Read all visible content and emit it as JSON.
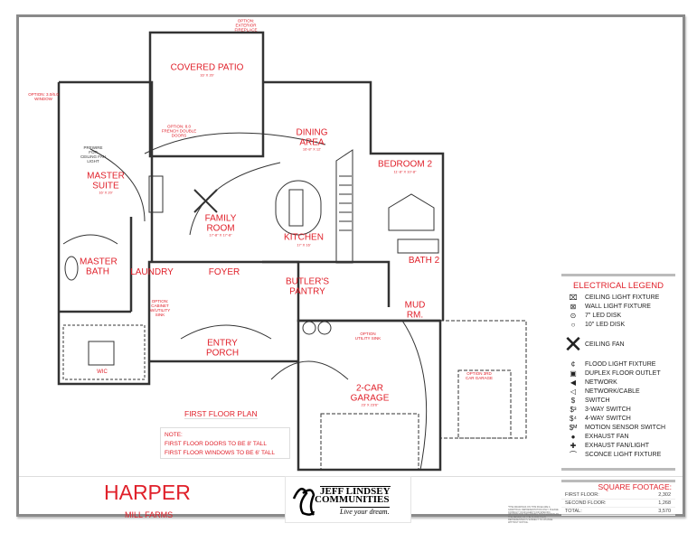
{
  "plan_title": "FIRST FLOOR PLAN",
  "rooms": {
    "covered_patio": {
      "name": "COVERED PATIO",
      "dim": "16' X 20'"
    },
    "dining": {
      "name": "DINING AREA",
      "dim": "16'-8\" X 12'"
    },
    "bedroom2": {
      "name": "BEDROOM 2",
      "dim": "11'-8\" X 10'-8\""
    },
    "master_suite": {
      "name": "MASTER SUITE",
      "dim": "16' X 20'"
    },
    "family": {
      "name": "FAMILY ROOM",
      "dim": "17'-8\" X 17'-8\""
    },
    "kitchen": {
      "name": "KITCHEN",
      "dim": "17' X 16'"
    },
    "master_bath": {
      "name": "MASTER BATH"
    },
    "laundry": {
      "name": "LAUNDRY"
    },
    "foyer": {
      "name": "FOYER"
    },
    "butlers": {
      "name": "BUTLER'S PANTRY"
    },
    "bath2": {
      "name": "BATH 2"
    },
    "mud": {
      "name": "MUD RM."
    },
    "porch": {
      "name": "ENTRY PORCH"
    },
    "wic": {
      "name": "WIC"
    },
    "garage": {
      "name": "2-CAR GARAGE",
      "dim": "23' X 23'6\""
    }
  },
  "options": {
    "fireplace": "OPTION: EXTERIOR FIREPLACE",
    "window": "OPTION: 3.0/6.0 WINDOW",
    "french": "OPTION: 8.0 FRENCH DOUBLE DOORS",
    "cabinet": "OPTION: CABINET W/UTILITY SINK",
    "utility": "OPTION UTILITY SINK",
    "third_car": "OPTION 3RD CAR GARAGE",
    "prewire": "PREWIRE FOR CEILING FAN LIGHT"
  },
  "note": {
    "title": "NOTE:",
    "lines": [
      "FIRST FLOOR DOORS TO BE 8' TALL",
      "FIRST FLOOR WINDOWS TO BE 6' TALL"
    ]
  },
  "title_block": {
    "plan_name": "HARPER",
    "community": "MILL FARMS",
    "logo": {
      "line1": "JEFF LINDSEY",
      "line2": "COMMUNITIES",
      "tagline": "Live your dream."
    },
    "disclaimer": "*THE DRAWINGS ON THIS PAGE ARE A GRAPHICAL REPRESENTATION ONLY. PLEASE CONSULT YOUR AGENT FOR SPECIFIC INFORMATION REGARDING THIS FLOOR PLAN. THE DESIGN OF THE FLOOR PLAN REPRESENTED IS SUBJECT TO CHANGE WITHOUT NOTICE."
  },
  "legend": {
    "title": "ELECTRICAL LEGEND",
    "items": [
      {
        "icon": "ceiling-light-icon",
        "glyph": "⌧",
        "label": "CEILING LIGHT FIXTURE"
      },
      {
        "icon": "wall-light-icon",
        "glyph": "⊠",
        "label": "WALL LIGHT FIXTURE"
      },
      {
        "icon": "led-disk-7-icon",
        "glyph": "⊙",
        "label": "7\" LED DISK"
      },
      {
        "icon": "led-disk-10-icon",
        "glyph": "○",
        "label": "10\" LED DISK"
      },
      {
        "icon": "ceiling-fan-icon",
        "glyph": "✕",
        "label": "CEILING FAN"
      },
      {
        "icon": "flood-light-icon",
        "glyph": "¢",
        "label": "FLOOD LIGHT FIXTURE"
      },
      {
        "icon": "floor-outlet-icon",
        "glyph": "▣",
        "label": "DUPLEX FLOOR OUTLET"
      },
      {
        "icon": "network-icon",
        "glyph": "◀",
        "label": "NETWORK"
      },
      {
        "icon": "network-cable-icon",
        "glyph": "◁",
        "label": "NETWORK/CABLE"
      },
      {
        "icon": "switch-icon",
        "glyph": "$",
        "label": "SWITCH"
      },
      {
        "icon": "switch-3way-icon",
        "glyph": "$³",
        "label": "3-WAY SWITCH"
      },
      {
        "icon": "switch-4way-icon",
        "glyph": "$⁴",
        "label": "4-WAY SWITCH"
      },
      {
        "icon": "motion-switch-icon",
        "glyph": "$ᴹ",
        "label": "MOTION SENSOR SWITCH"
      },
      {
        "icon": "exhaust-fan-icon",
        "glyph": "●",
        "label": "EXHAUST FAN"
      },
      {
        "icon": "exhaust-fan-light-icon",
        "glyph": "✚",
        "label": "EXHAUST FAN/LIGHT"
      },
      {
        "icon": "sconce-icon",
        "glyph": "⌒",
        "label": "SCONCE LIGHT FIXTURE"
      }
    ]
  },
  "square_footage": {
    "title": "SQUARE FOOTAGE:",
    "rows": [
      {
        "label": "FIRST FLOOR:",
        "value": "2,302"
      },
      {
        "label": "SECOND FLOOR:",
        "value": "1,268"
      },
      {
        "label": "TOTAL:",
        "value": "3,570"
      }
    ]
  },
  "colors": {
    "accent": "#e0202a",
    "wall": "#333333",
    "frame": "#8a8a8a"
  }
}
